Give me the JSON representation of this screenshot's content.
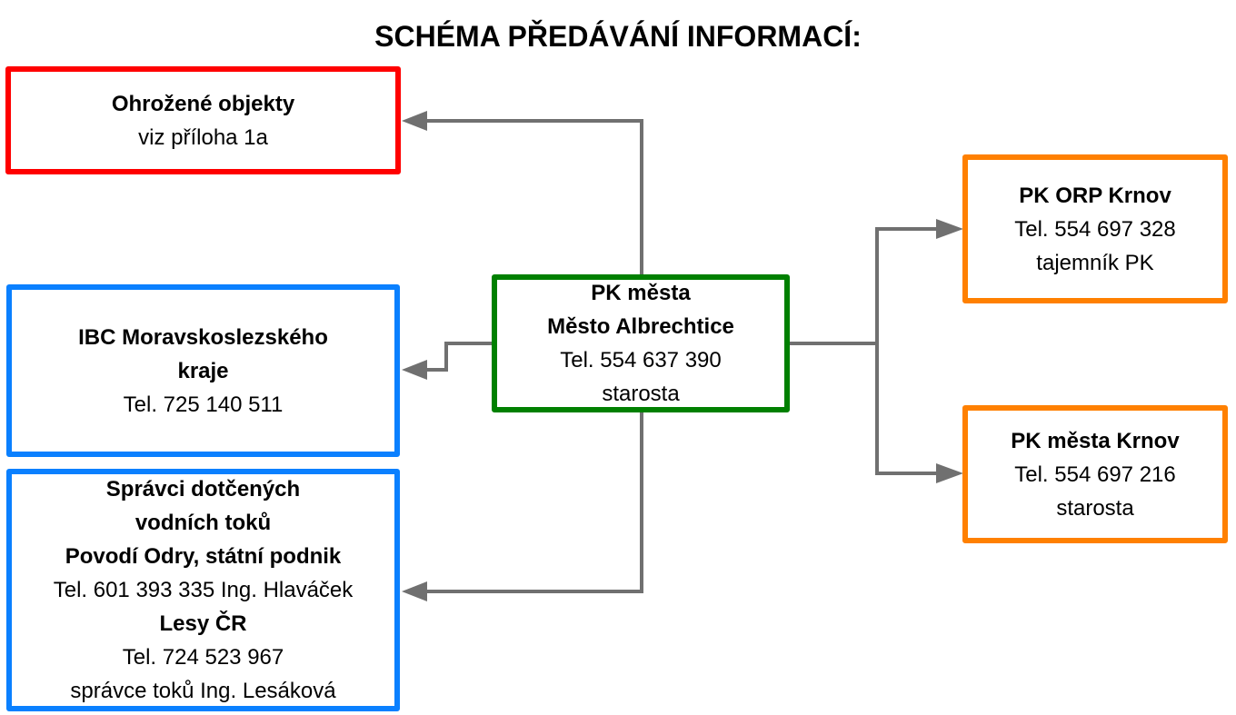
{
  "title": "SCHÉMA PŘEDÁVÁNÍ INFORMACÍ:",
  "nodes": {
    "center": {
      "lines": [
        "PK města",
        "Město Albrechtice",
        "Tel. 554 637 390",
        "starosta"
      ],
      "color": "#008000"
    },
    "threatened": {
      "lines": [
        "Ohrožené objekty",
        "viz příloha 1a"
      ],
      "color": "#ff0000"
    },
    "ibc": {
      "lines": [
        "IBC Moravskoslezského",
        "kraje",
        "Tel. 725 140 511"
      ],
      "color": "#0a80ff"
    },
    "rivers": {
      "lines": [
        "Správci dotčených",
        "vodních toků",
        "Povodí Odry, státní podnik",
        "Tel. 601 393 335 Ing. Hlaváček",
        "Lesy ČR",
        "Tel. 724 523 967",
        "správce toků Ing. Lesáková"
      ],
      "color": "#0a80ff"
    },
    "orp": {
      "lines": [
        "PK ORP Krnov",
        "Tel. 554 697 328",
        "tajemník PK"
      ],
      "color": "#ff8000"
    },
    "krnov": {
      "lines": [
        "PK města Krnov",
        "Tel. 554 697 216",
        "starosta"
      ],
      "color": "#ff8000"
    }
  },
  "edges": [
    {
      "from": "center",
      "to": "threatened"
    },
    {
      "from": "center",
      "to": "ibc"
    },
    {
      "from": "center",
      "to": "rivers"
    },
    {
      "from": "center",
      "to": "orp"
    },
    {
      "from": "center",
      "to": "krnov"
    }
  ],
  "connector_color": "#707070"
}
